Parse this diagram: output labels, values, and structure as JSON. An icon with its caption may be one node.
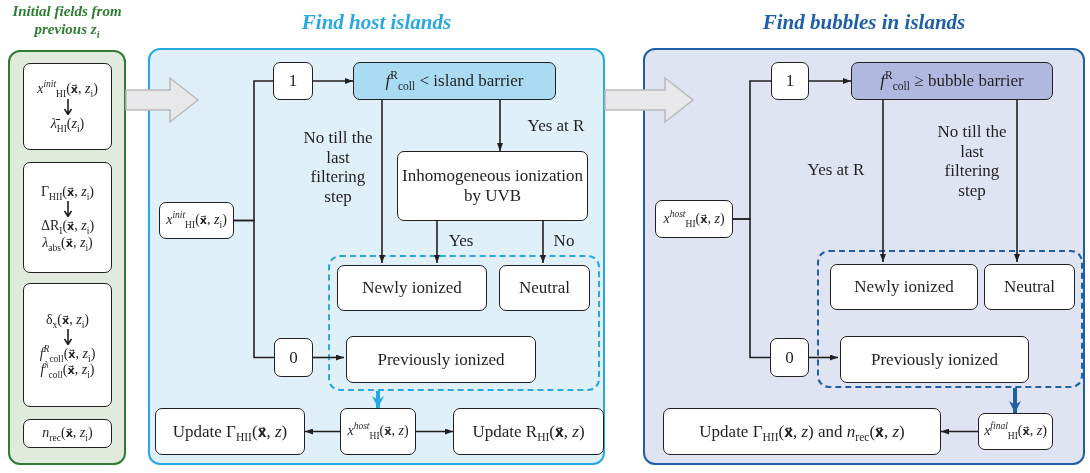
{
  "diagram": {
    "nodes": [
      {
        "text": [
          "Initial fields from previous z$_{i}$"
        ]
      },
      {
        "text": [
          "*x*$^{init}$$_{HI}$(**x⃗**, *z*$_{i}$)",
          "*λ̄*$_{HI}$(*z*$_{i}$)"
        ],
        "in": 0
      },
      {
        "text": [
          "Γ$_{HII}$(**x⃗**, *z*$_{i}$)",
          "ΔR$_{I}$(**x⃗**, *z*$_{i}$)",
          "*λ*$_{abs}$(**x⃗**, *z*$_{i}$)"
        ],
        "in": 0
      },
      {
        "text": [
          "δ$_{x}$(**x⃗**, *z*$_{i}$)",
          "*f*$^{R}$$_{coll}$(**x⃗**, *z*$_{i}$)",
          "*f*$^{λ}$$_{coll}$(**x⃗**, *z*$_{i}$)"
        ],
        "in": 0
      },
      {
        "text": [
          "*n*$_{rec}$(**x⃗**, *z*$_{i}$)"
        ],
        "in": 0
      },
      {
        "text": [
          "Find host islands"
        ]
      },
      {
        "text": [
          "*x*$^{init}$$_{HI}$(**x⃗**, *z*$_{i}$)"
        ],
        "in": 5
      },
      {
        "text": [
          "1"
        ],
        "in": 5
      },
      {
        "text": [
          "*f*$^{R}$$_{coll}$ < island barrier"
        ],
        "in": 5
      },
      {
        "text": [
          "Inhomogeneous ionization by UVB"
        ],
        "in": 5
      },
      {
        "text": [],
        "shape": "box",
        "in": 5
      },
      {
        "text": [
          "Newly ionized"
        ],
        "in": 10
      },
      {
        "text": [
          "Neutral"
        ],
        "in": 10
      },
      {
        "text": [
          "Previously ionized"
        ],
        "in": 10
      },
      {
        "text": [
          "0"
        ],
        "in": 5
      },
      {
        "text": [
          "*x*$^{host}$$_{HI}$(**x⃗**, *z*)"
        ],
        "in": 5
      },
      {
        "text": [
          "Update Γ$_{HII}$(**x⃗**, *z*)"
        ],
        "in": 5
      },
      {
        "text": [
          "Update R$_{HI}$(**x⃗**, *z*)"
        ],
        "in": 5
      },
      {
        "text": [
          "Find bubbles in islands"
        ]
      },
      {
        "text": [
          "*x*$^{host}$$_{HI}$(**x⃗**, *z*)"
        ],
        "in": 18
      },
      {
        "text": [
          "1"
        ],
        "in": 18
      },
      {
        "text": [
          "*f*$^{R}$$_{coll}$ ≥ bubble barrier"
        ],
        "in": 18
      },
      {
        "text": [],
        "shape": "box",
        "in": 18
      },
      {
        "text": [
          "Newly ionized"
        ],
        "in": 22
      },
      {
        "text": [
          "Neutral"
        ],
        "in": 22
      },
      {
        "text": [
          "Previously ionized"
        ],
        "in": 22
      },
      {
        "text": [
          "0"
        ],
        "in": 18
      },
      {
        "text": [
          "*x*$^{final}$$_{HI}$(**x⃗**, *z*)"
        ],
        "in": 18
      },
      {
        "text": [
          "Update Γ$_{HII}$(**x⃗**, *z*) and *n*$_{rec}$(**x⃗**, *z*)"
        ],
        "in": 18
      }
    ],
    "edges": [
      {
        "from": 0,
        "to": 5,
        "arrow": "to",
        "style": "thick",
        "color": "#e8e8ea"
      },
      {
        "from": 5,
        "to": 18,
        "arrow": "to",
        "style": "thick",
        "color": "#e8e8ea"
      },
      {
        "from": 6,
        "to": 7,
        "arrow": "none"
      },
      {
        "from": 6,
        "to": 14,
        "arrow": "none"
      },
      {
        "from": 7,
        "to": 8,
        "arrow": "to"
      },
      {
        "from": 8,
        "to": 11,
        "arrow": "to",
        "label": "No till the last filtering step"
      },
      {
        "from": 8,
        "to": 9,
        "arrow": "to",
        "label": "Yes at R"
      },
      {
        "from": 9,
        "to": 11,
        "arrow": "to",
        "label": "Yes"
      },
      {
        "from": 9,
        "to": 12,
        "arrow": "to",
        "label": "No"
      },
      {
        "from": 14,
        "to": 13,
        "arrow": "to"
      },
      {
        "from": 10,
        "to": 15,
        "arrow": "to",
        "style": "thick",
        "color": "#29a8e0"
      },
      {
        "from": 15,
        "to": 16,
        "arrow": "to"
      },
      {
        "from": 15,
        "to": 17,
        "arrow": "to"
      },
      {
        "from": 19,
        "to": 20,
        "arrow": "none"
      },
      {
        "from": 19,
        "to": 26,
        "arrow": "none"
      },
      {
        "from": 20,
        "to": 21,
        "arrow": "to"
      },
      {
        "from": 21,
        "to": 23,
        "arrow": "to",
        "label": "Yes at R"
      },
      {
        "from": 21,
        "to": 24,
        "arrow": "to",
        "label": "No till the last filtering step"
      },
      {
        "from": 26,
        "to": 25,
        "arrow": "to"
      },
      {
        "from": 22,
        "to": 27,
        "arrow": "to",
        "style": "thick",
        "color": "#1f5fa8"
      },
      {
        "from": 27,
        "to": 28,
        "arrow": "to"
      }
    ]
  }
}
